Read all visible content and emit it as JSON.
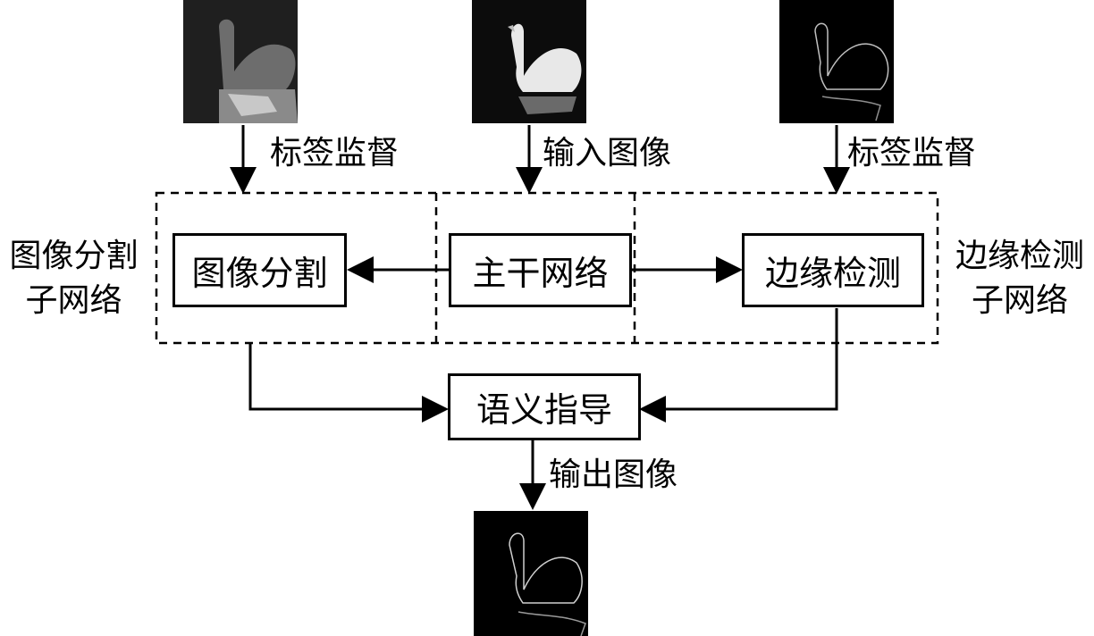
{
  "top_labels": {
    "left": "标签监督",
    "center": "输入图像",
    "right": "标签监督"
  },
  "boxes": {
    "segmentation": "图像分割",
    "backbone": "主干网络",
    "edge_detection": "边缘检测",
    "semantic_guidance": "语义指导"
  },
  "side_labels": {
    "left_line1": "图像分割",
    "left_line2": "子网络",
    "right_line1": "边缘检测",
    "right_line2": "子网络"
  },
  "output_label": "输出图像",
  "colors": {
    "line": "#000000",
    "image_bg": "#000000"
  }
}
